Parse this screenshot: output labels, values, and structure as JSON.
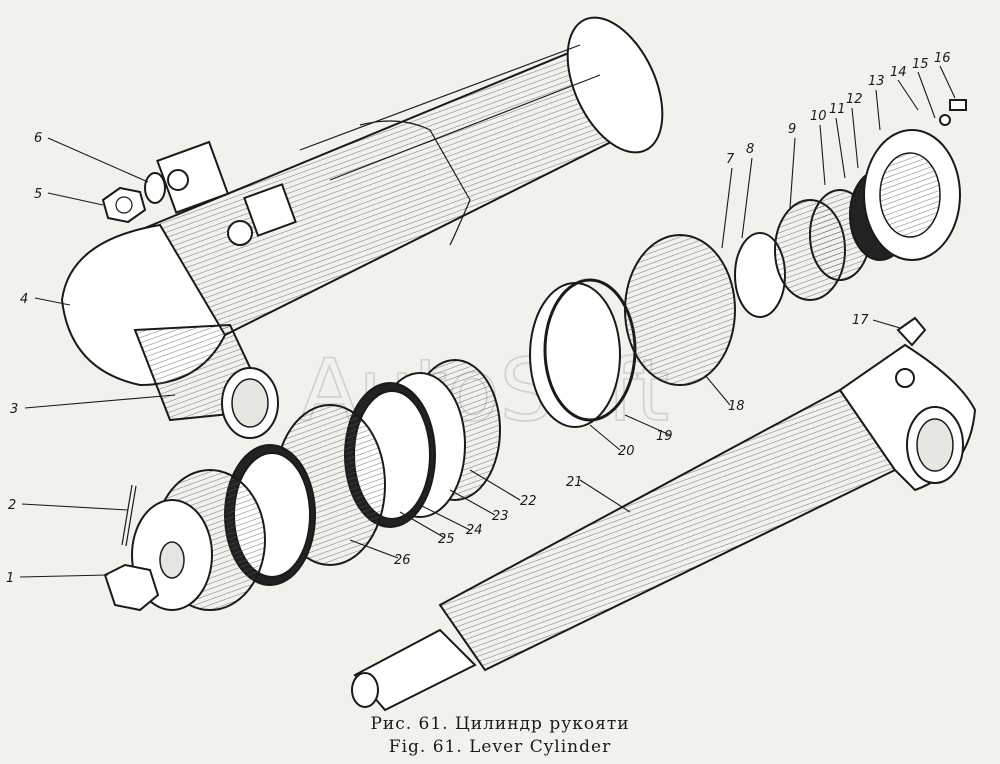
{
  "watermark": "AutoSoft",
  "caption": {
    "ru": "Рис. 61. Цилиндр рукояти",
    "en": "Fig. 61. Lever Cylinder"
  },
  "callouts": [
    "1",
    "2",
    "3",
    "4",
    "5",
    "6",
    "7",
    "8",
    "9",
    "10",
    "11",
    "12",
    "13",
    "14",
    "15",
    "16",
    "17",
    "18",
    "19",
    "20",
    "21",
    "22",
    "23",
    "24",
    "25",
    "26"
  ]
}
